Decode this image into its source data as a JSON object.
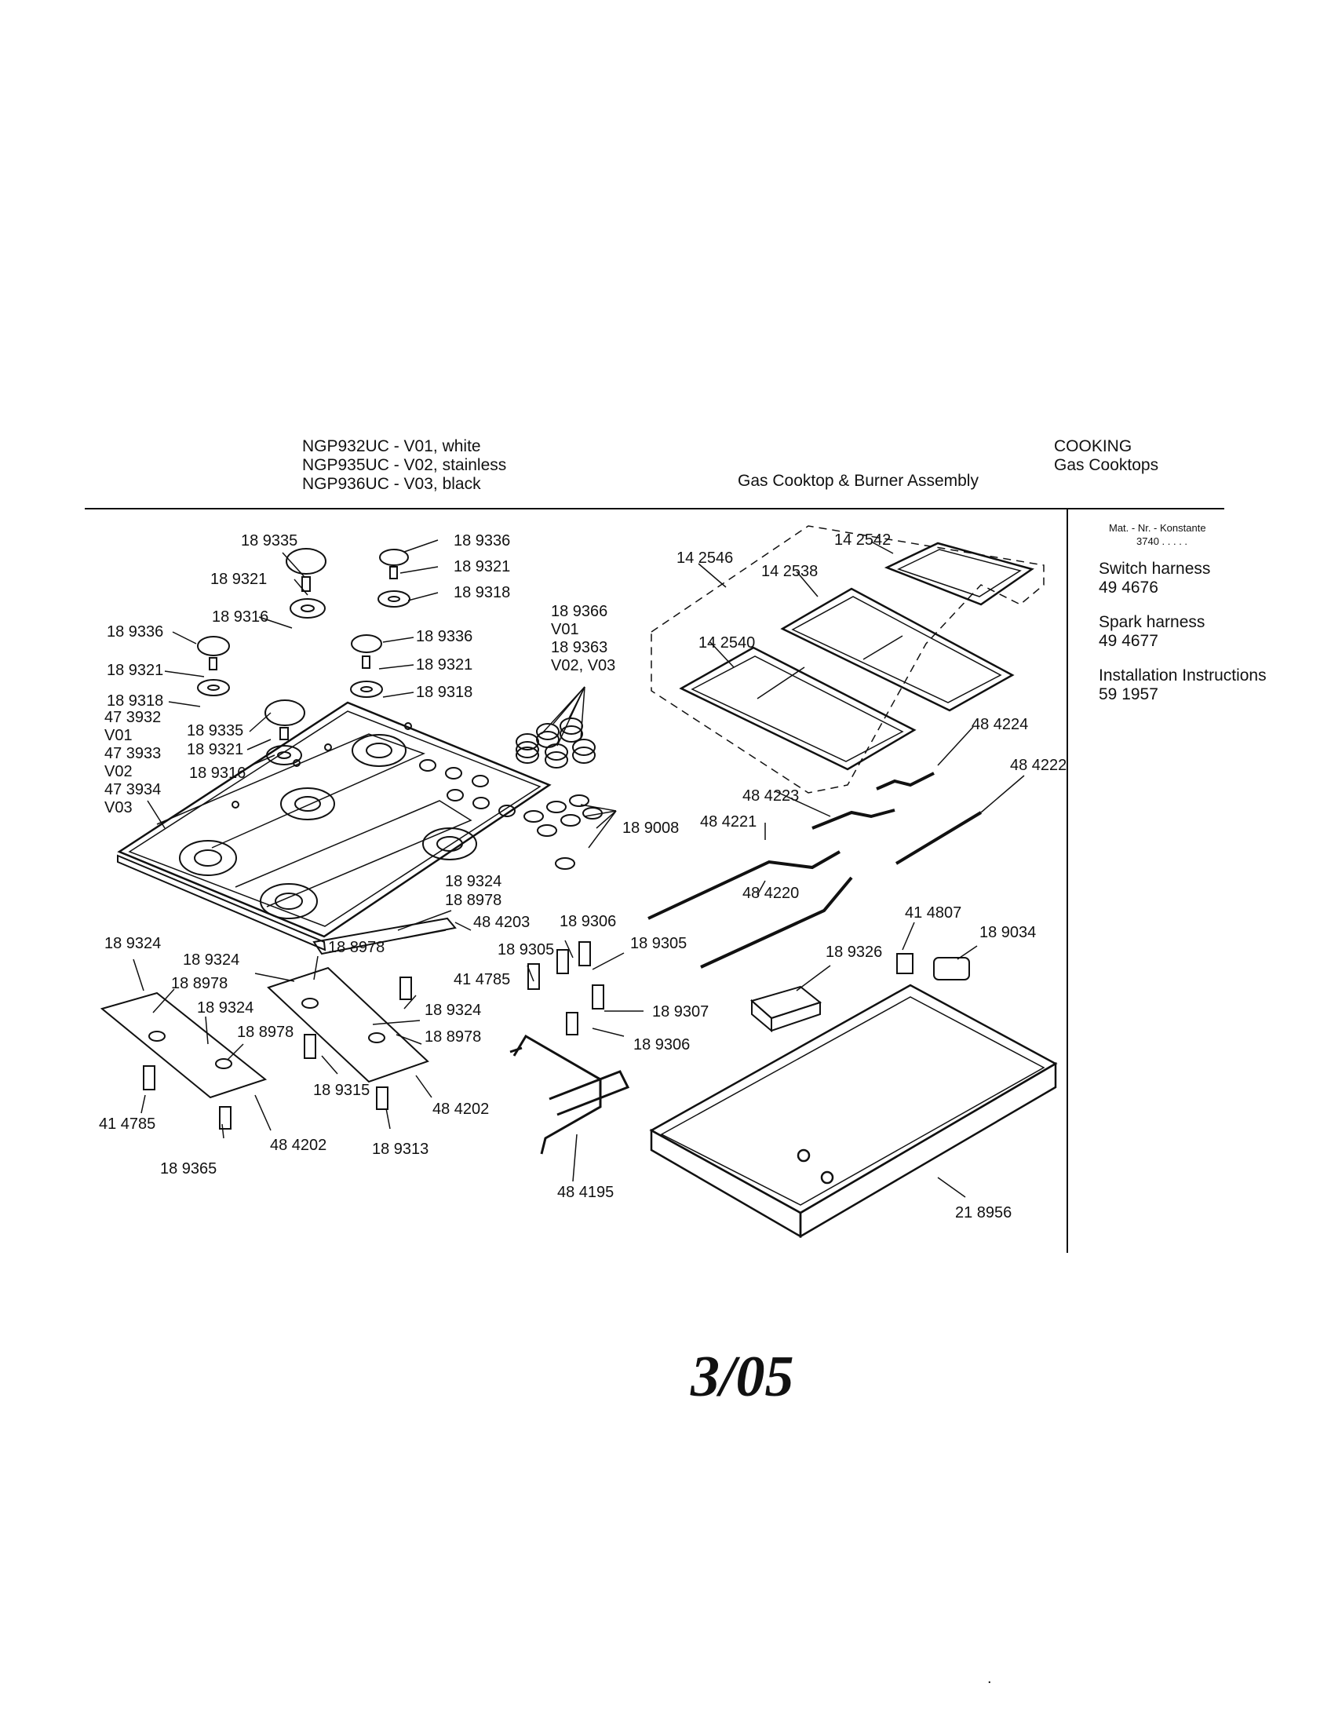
{
  "header": {
    "models": [
      "NGP932UC - V01, white",
      "NGP935UC - V02, stainless",
      "NGP936UC - V03, black"
    ],
    "title": "Gas Cooktop & Burner Assembly",
    "category": "COOKING",
    "subcategory": "Gas Cooktops"
  },
  "sidebar": {
    "mat_line": "Mat. - Nr. - Konstante",
    "mat_code": "3740 . . . . .",
    "items": [
      {
        "name": "Switch harness",
        "part": "49 4676"
      },
      {
        "name": "Spark harness",
        "part": "49 4677"
      },
      {
        "name": "Installation Instructions",
        "part": "59 1957"
      }
    ]
  },
  "labels": {
    "l01": "18 9335",
    "l02": "18 9336",
    "l03": "18 9321",
    "l04": "18 9321",
    "l05": "18 9318",
    "l06": "18 9316",
    "l07": "18 9366",
    "l08": "V01",
    "l09": "18 9363",
    "l10": "V02, V03",
    "l11": "18 9336",
    "l12": "18 9321",
    "l13": "18 9318",
    "l14": "18 9336",
    "l15": "18 9321",
    "l16": "18 9318",
    "l17": "47 3932",
    "l18": "V01",
    "l19": "47 3933",
    "l20": "V02",
    "l21": "47 3934",
    "l22": "V03",
    "l23": "18 9335",
    "l24": "18 9321",
    "l25": "18 9316",
    "l26": "14 2546",
    "l27": "14 2542",
    "l28": "14 2538",
    "l29": "14 2540",
    "l30": "48 4224",
    "l31": "48 4222",
    "l32": "48 4223",
    "l33": "48 4221",
    "l34": "18 9008",
    "l35": "48 4220",
    "l36": "18 9324",
    "l37": "18 8978",
    "l38": "48 4203",
    "l39": "18 9324",
    "l40": "18 8978",
    "l41": "18 9324",
    "l42": "18 8978",
    "l43": "18 9324",
    "l44": "18 8978",
    "l45": "41 4785",
    "l46": "18 9324",
    "l47": "18 8978",
    "l48": "18 9306",
    "l49": "18 9305",
    "l50": "18 9305",
    "l51": "18 9307",
    "l52": "18 9306",
    "l53": "41 4807",
    "l54": "18 9034",
    "l55": "18 9326",
    "l56": "41 4785",
    "l57": "48 4202",
    "l58": "18 9365",
    "l59": "18 9315",
    "l60": "48 4202",
    "l61": "18 9313",
    "l62": "48 4195",
    "l63": "21 8956"
  },
  "footer": {
    "date": "3/05",
    "dot": "."
  }
}
